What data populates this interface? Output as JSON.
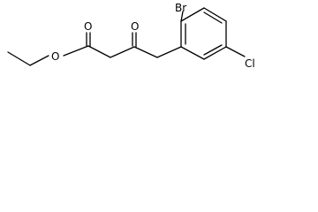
{
  "molecule": {
    "atom_labels": {
      "bromine": "Br",
      "chlorine": "Cl",
      "ketone_oxygen": "O",
      "ester_carbonyl_oxygen": "O",
      "ester_ether_oxygen": "O"
    },
    "colors": {
      "bond": "#000000",
      "label": "#000000",
      "background": "#ffffff"
    }
  }
}
